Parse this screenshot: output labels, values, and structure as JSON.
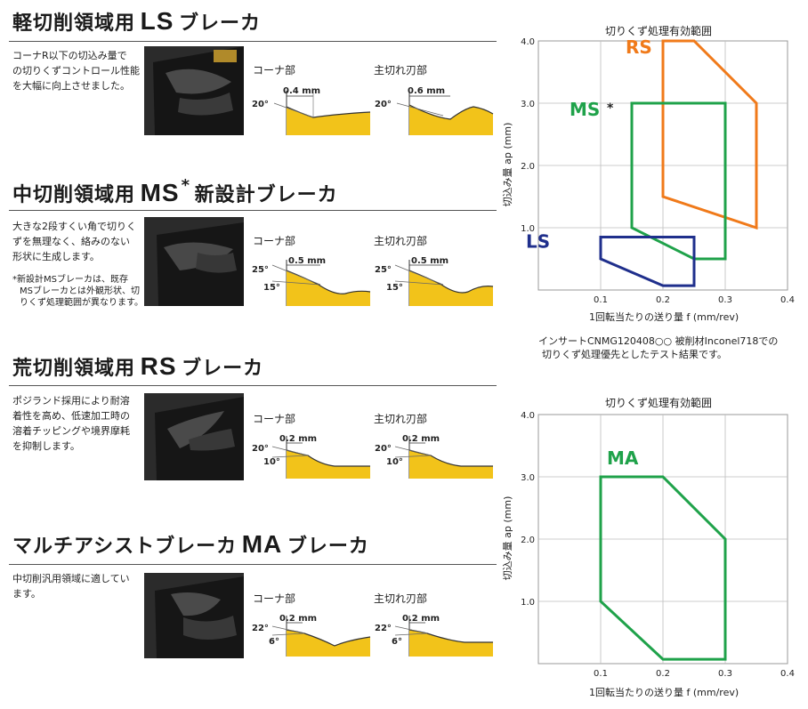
{
  "sections": [
    {
      "title_jp_a": "軽切削領域用",
      "code": "LS",
      "title_jp_b": "ブレーカ",
      "desc": [
        "コーナR以下の切込み量で",
        "の切りくずコントロール性能",
        "を大幅に向上させました。"
      ],
      "corner_label": "コーナ部",
      "main_label": "主切れ刃部",
      "corner_dim": "0.4 mm",
      "corner_angle1": "20°",
      "main_dim": "0.6 mm",
      "main_angle1": "20°"
    },
    {
      "title_jp_a": "中切削領域用",
      "code": "MS",
      "mark": "*",
      "title_jp_b": "新設計ブレーカ",
      "desc": [
        "大きな2段すくい角で切りく",
        "ずを無理なく、絡みのない",
        "形状に生成します。"
      ],
      "note": [
        "*新設計MSブレーカは、既存",
        "MSブレーカとは外観形状、切",
        "りくず処理範囲が異なります。"
      ],
      "corner_label": "コーナ部",
      "main_label": "主切れ刃部",
      "corner_dim": "0.5 mm",
      "corner_angle1": "25°",
      "corner_angle2": "15°",
      "main_dim": "0.5 mm",
      "main_angle1": "25°",
      "main_angle2": "15°"
    },
    {
      "title_jp_a": "荒切削領域用",
      "code": "RS",
      "title_jp_b": "ブレーカ",
      "desc": [
        "ポジランド採用により耐溶",
        "着性を高め、低速加工時の",
        "溶着チッピングや境界摩耗",
        "を抑制します。"
      ],
      "corner_label": "コーナ部",
      "main_label": "主切れ刃部",
      "corner_dim": "0.2 mm",
      "corner_angle1": "20°",
      "corner_angle2": "10°",
      "main_dim": "0.2 mm",
      "main_angle1": "20°",
      "main_angle2": "10°"
    },
    {
      "title_jp_a": "マルチアシストブレーカ",
      "code": "MA",
      "title_jp_b": "ブレーカ",
      "desc": [
        "中切削汎用領域に適してい",
        "ます。"
      ],
      "corner_label": "コーナ部",
      "main_label": "主切れ刃部",
      "corner_dim": "0.2 mm",
      "corner_angle1": "22°",
      "corner_angle2": "6°",
      "main_dim": "0.2 mm",
      "main_angle1": "22°",
      "main_angle2": "6°"
    }
  ],
  "caption": [
    "インサートCNMG120408○○ 被削材Inconel718での",
    "切りくず処理優先としたテスト結果です。"
  ],
  "colors": {
    "rs": "#f07a1a",
    "ms": "#1fa24a",
    "ls": "#1f2f8c",
    "ma": "#1fa24a",
    "chip": "#f2c31a",
    "grid": "#bdbdbd"
  },
  "chart_data": [
    {
      "type": "area",
      "title": "切りくず処理有効範囲",
      "xlabel": "1回転当たりの送り量 f (mm/rev)",
      "ylabel": "切込み量 ap (mm)",
      "xlim": [
        0,
        0.4
      ],
      "ylim": [
        0,
        4.0
      ],
      "xticks": [
        "0.1",
        "0.2",
        "0.3",
        "0.4"
      ],
      "yticks": [
        "1.0",
        "2.0",
        "3.0",
        "4.0"
      ],
      "grid": true,
      "series": [
        {
          "name": "RS",
          "color": "#f07a1a",
          "points": [
            [
              0.2,
              4.0
            ],
            [
              0.25,
              4.0
            ],
            [
              0.35,
              3.0
            ],
            [
              0.35,
              1.0
            ],
            [
              0.2,
              1.5
            ]
          ],
          "label_at": [
            0.14,
            3.8
          ]
        },
        {
          "name": "MS",
          "color": "#1fa24a",
          "mark": "*",
          "points": [
            [
              0.15,
              3.0
            ],
            [
              0.3,
              3.0
            ],
            [
              0.3,
              0.5
            ],
            [
              0.25,
              0.5
            ],
            [
              0.15,
              1.0
            ]
          ],
          "label_at": [
            0.05,
            2.8
          ]
        },
        {
          "name": "LS",
          "color": "#1f2f8c",
          "points": [
            [
              0.1,
              0.85
            ],
            [
              0.25,
              0.85
            ],
            [
              0.25,
              0.07
            ],
            [
              0.2,
              0.07
            ],
            [
              0.1,
              0.5
            ]
          ],
          "label_at": [
            -0.02,
            0.68
          ]
        }
      ]
    },
    {
      "type": "area",
      "title": "切りくず処理有効範囲",
      "xlabel": "1回転当たりの送り量 f (mm/rev)",
      "ylabel": "切込み量 ap (mm)",
      "xlim": [
        0,
        0.4
      ],
      "ylim": [
        0,
        4.0
      ],
      "xticks": [
        "0.1",
        "0.2",
        "0.3",
        "0.4"
      ],
      "yticks": [
        "1.0",
        "2.0",
        "3.0",
        "4.0"
      ],
      "grid": true,
      "series": [
        {
          "name": "MA",
          "color": "#1fa24a",
          "points": [
            [
              0.1,
              3.0
            ],
            [
              0.2,
              3.0
            ],
            [
              0.3,
              2.0
            ],
            [
              0.3,
              0.07
            ],
            [
              0.2,
              0.07
            ],
            [
              0.1,
              1.0
            ]
          ],
          "label_at": [
            0.11,
            3.2
          ]
        }
      ]
    }
  ]
}
